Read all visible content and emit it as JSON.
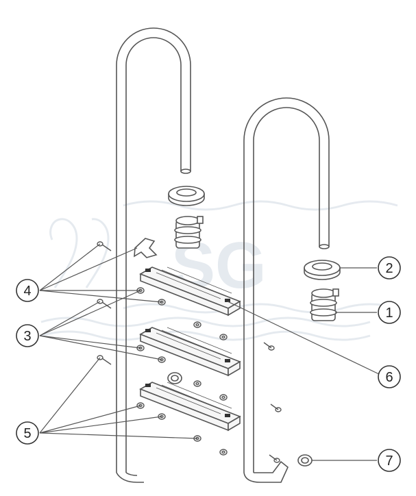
{
  "colors": {
    "line": "#555555",
    "callout_ring": "#333333",
    "callout_text": "#222222",
    "watermark": "#e3e8ee",
    "part_fill": "#ffffff",
    "step_fill": "#f6f6f6",
    "tread_mark": "#333333"
  },
  "watermark": {
    "text": "SG"
  },
  "callouts": {
    "c1": {
      "label": "1",
      "part": "anchor-sleeve"
    },
    "c2": {
      "label": "2",
      "part": "escutcheon-ring"
    },
    "c3": {
      "label": "3",
      "part": "washer"
    },
    "c4": {
      "label": "4",
      "part": "bracket"
    },
    "c5": {
      "label": "5",
      "part": "screw"
    },
    "c6": {
      "label": "6",
      "part": "step-tread"
    },
    "c7": {
      "label": "7",
      "part": "end-cap"
    }
  }
}
